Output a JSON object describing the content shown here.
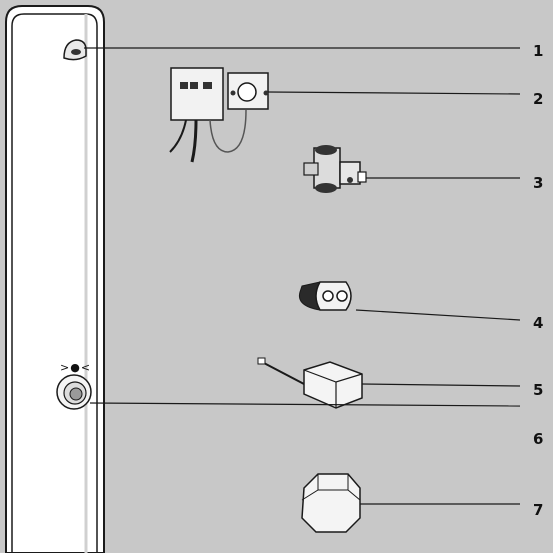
{
  "callouts": [
    {
      "num": "1",
      "part": "shower-head"
    },
    {
      "num": "2",
      "part": "electronic-control-unit"
    },
    {
      "num": "3",
      "part": "mixing-valve"
    },
    {
      "num": "4",
      "part": "battery"
    },
    {
      "num": "5",
      "part": "power-supply-box"
    },
    {
      "num": "6",
      "part": "sensor-button"
    },
    {
      "num": "7",
      "part": "hex-nut"
    }
  ],
  "panel_symbol": ">●<",
  "colors": {
    "background": "#c8c8c8",
    "panel_fill": "#ffffff",
    "outline": "#1a1a1a"
  }
}
